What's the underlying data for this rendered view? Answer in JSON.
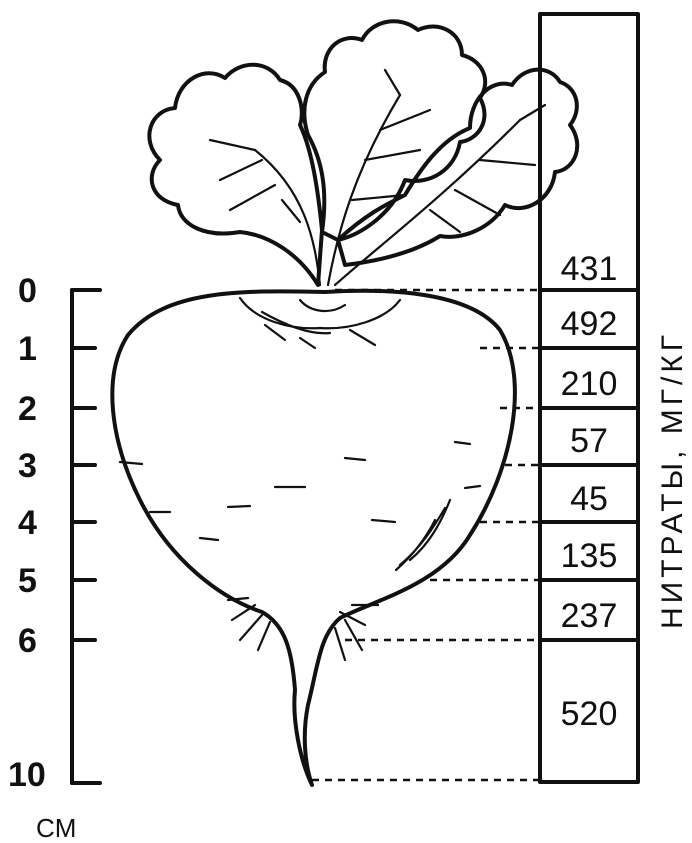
{
  "scale": {
    "unit": "CM",
    "ticks": [
      "0",
      "1",
      "2",
      "3",
      "4",
      "5",
      "6",
      "10"
    ]
  },
  "column": {
    "title": "НИТРАТЫ, МГ/КГ",
    "values": [
      "431",
      "492",
      "210",
      "57",
      "45",
      "135",
      "237",
      "520"
    ]
  }
}
